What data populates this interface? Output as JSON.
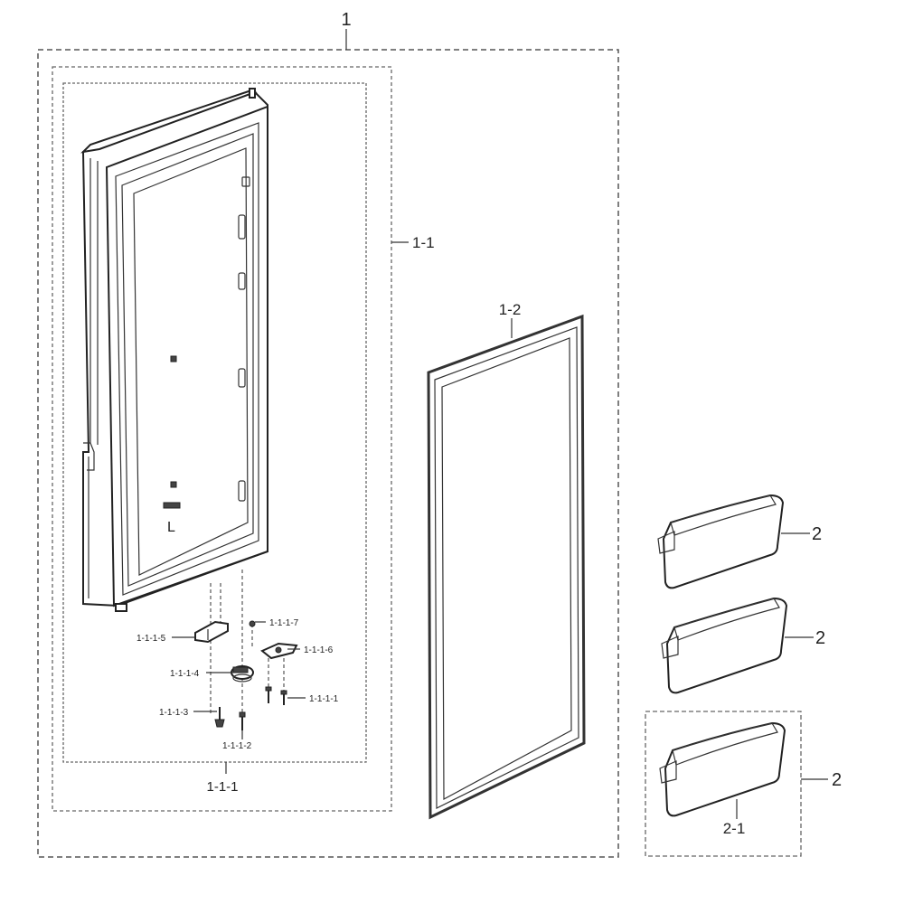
{
  "diagram": {
    "labels": {
      "assembly_1": "1",
      "door_assembly": "1-1",
      "door_subassembly": "1-1-1",
      "gasket": "1-2",
      "bin_a": "2",
      "bin_b": "2",
      "bin_c": "2",
      "bin_sub": "2-1",
      "part_1_1_1_1": "1-1-1-1",
      "part_1_1_1_2": "1-1-1-2",
      "part_1_1_1_3": "1-1-1-3",
      "part_1_1_1_4": "1-1-1-4",
      "part_1_1_1_5": "1-1-1-5",
      "part_1_1_1_6": "1-1-1-6",
      "part_1_1_1_7": "1-1-1-7"
    },
    "door_marking": "L",
    "icons": [
      "refrigerator-door",
      "door-gasket",
      "door-bin",
      "hinge",
      "screw",
      "cap",
      "cam"
    ]
  }
}
